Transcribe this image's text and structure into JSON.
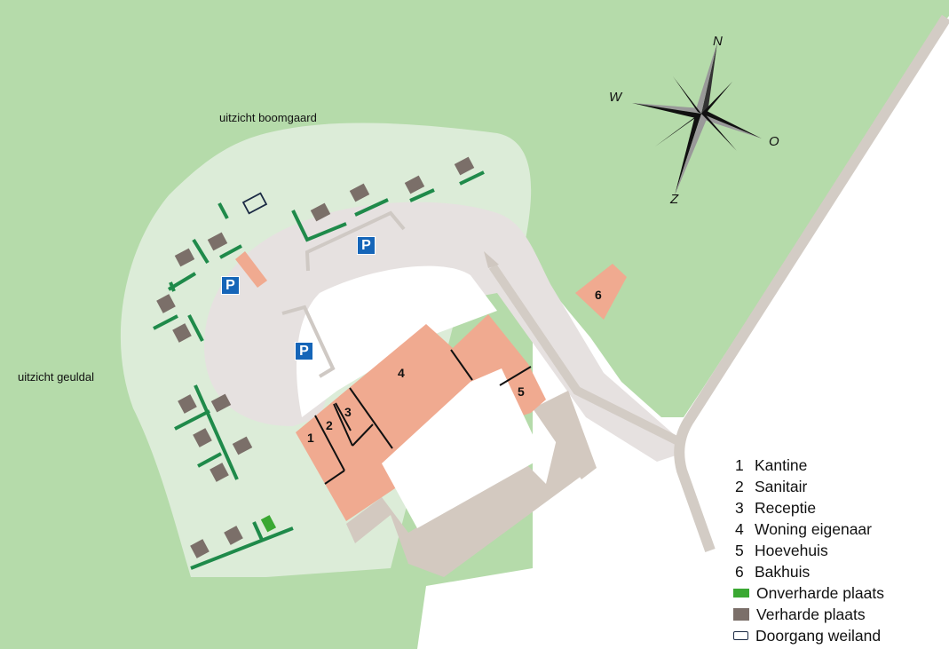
{
  "labels": {
    "north_view": "uitzicht boomgaard",
    "west_view": "uitzicht geuldal"
  },
  "compass": {
    "n": "N",
    "w": "W",
    "o": "O",
    "z": "Z"
  },
  "parking": [
    "P",
    "P",
    "P"
  ],
  "buildings": [
    "1",
    "2",
    "3",
    "4",
    "5",
    "6"
  ],
  "legend": {
    "items": [
      {
        "key": "1",
        "label": "Kantine"
      },
      {
        "key": "2",
        "label": "Sanitair"
      },
      {
        "key": "3",
        "label": "Receptie"
      },
      {
        "key": "4",
        "label": "Woning eigenaar"
      },
      {
        "key": "5",
        "label": "Hoevehuis"
      },
      {
        "key": "6",
        "label": "Bakhuis"
      }
    ],
    "unpaved": "Onverharde plaats",
    "paved": "Verharde plaats",
    "passage": "Doorgang weiland"
  },
  "colors": {
    "grass": "#b5dbaa",
    "campsite": "#dcecd8",
    "paving": "#e6e1e0",
    "building": "#f0aa90",
    "shed": "#d3c9c0",
    "pitch_paved": "#7b6f69",
    "pitch_unpaved": "#3aa832",
    "hedge": "#1f8a4a",
    "parking": "#1565b8"
  }
}
